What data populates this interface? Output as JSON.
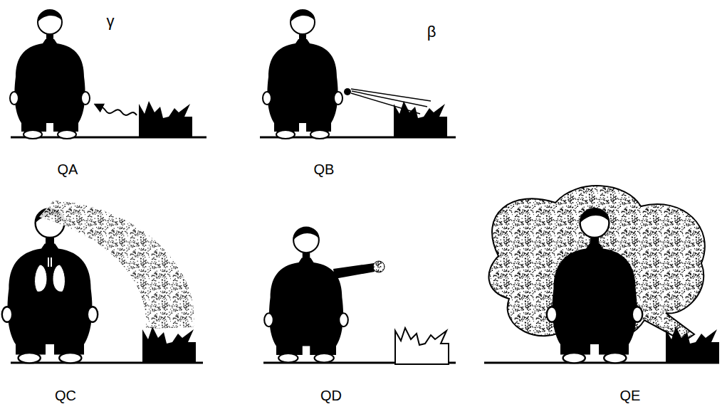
{
  "diagram": {
    "labels": [
      "γ",
      "β",
      "QA",
      "QB",
      "QC",
      "QD",
      "QE"
    ]
  }
}
